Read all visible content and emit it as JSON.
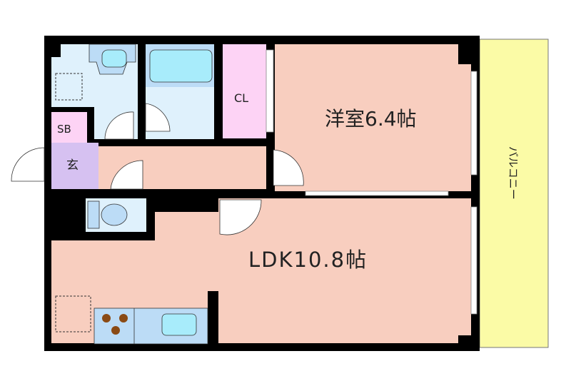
{
  "rooms": {
    "western_room": "洋室6.4帖",
    "ldk": "LDK10.8帖",
    "closet": "CL",
    "storage": "SB",
    "entrance": "玄",
    "balcony": "バルコニー"
  },
  "colors": {
    "wall": "#000000",
    "living": "#f8cebf",
    "wet_area": "#dff1fc",
    "fixture": "#bcdcf6",
    "water": "#a8ecfb",
    "closet": "#fdd3f5",
    "entrance": "#d6c1f1",
    "balcony": "#fbfba6",
    "stove": "#8a4a14"
  }
}
